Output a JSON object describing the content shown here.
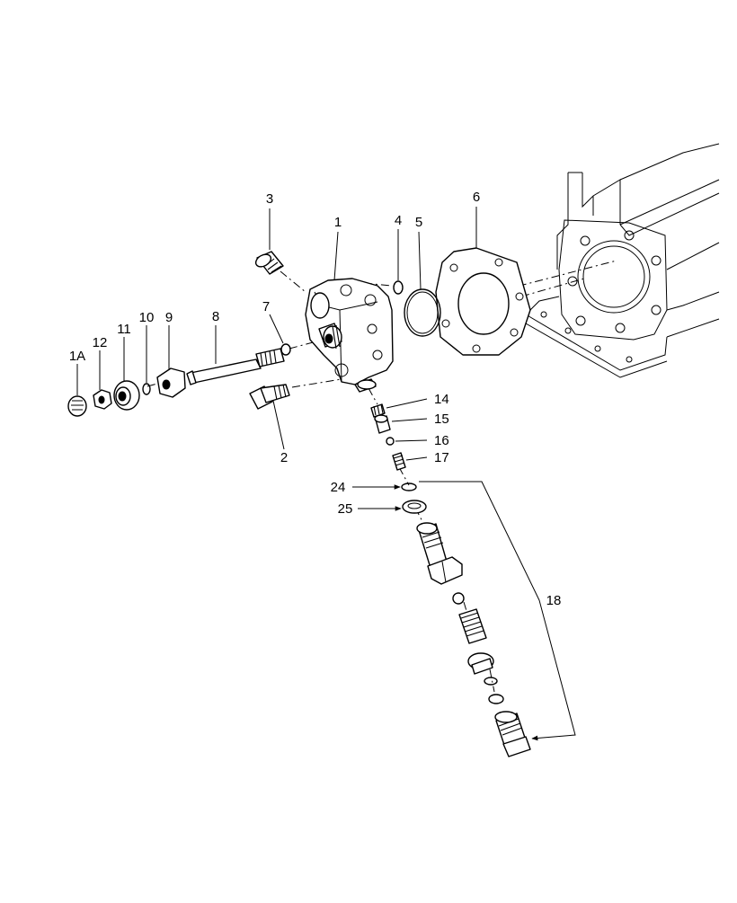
{
  "callouts": {
    "c1": "1",
    "c1A": "1A",
    "c2": "2",
    "c3": "3",
    "c4": "4",
    "c5": "5",
    "c6": "6",
    "c7": "7",
    "c8": "8",
    "c9": "9",
    "c10": "10",
    "c11": "11",
    "c12": "12",
    "c14": "14",
    "c15": "15",
    "c16": "16",
    "c17": "17",
    "c18": "18",
    "c24": "24",
    "c25": "25"
  }
}
